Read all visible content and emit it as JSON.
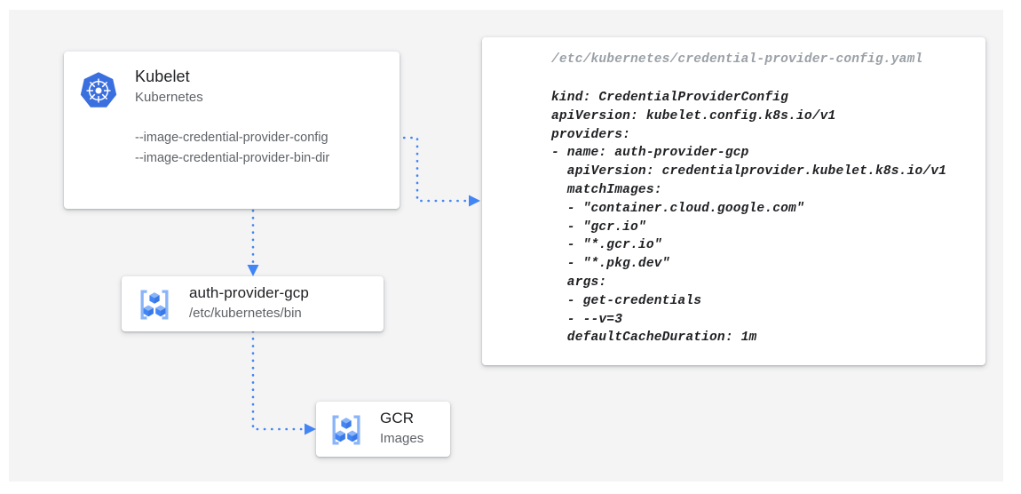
{
  "theme": {
    "page_background": "#ffffff",
    "canvas_background": "#f4f4f5",
    "card_background": "#ffffff",
    "accent_blue": "#4285f4",
    "icon_blue_light": "#8ab4f8",
    "text_primary": "#202124",
    "text_secondary": "#5f6368",
    "text_muted": "#9aa0a6"
  },
  "nodes": {
    "kubelet": {
      "icon": "kubernetes-icon",
      "title": "Kubelet",
      "subtitle": "Kubernetes",
      "flags": [
        "--image-credential-provider-config",
        "--image-credential-provider-bin-dir"
      ]
    },
    "auth_provider": {
      "icon": "gcp-container-registry-icon",
      "title": "auth-provider-gcp",
      "subtitle": "/etc/kubernetes/bin"
    },
    "gcr": {
      "icon": "gcp-container-registry-icon",
      "title": "GCR",
      "subtitle": "Images"
    }
  },
  "config_file": {
    "path": "/etc/kubernetes/credential-provider-config.yaml",
    "lines": [
      "kind: CredentialProviderConfig",
      "apiVersion: kubelet.config.k8s.io/v1",
      "providers:",
      "- name: auth-provider-gcp",
      "  apiVersion: credentialprovider.kubelet.k8s.io/v1",
      "  matchImages:",
      "  - \"container.cloud.google.com\"",
      "  - \"gcr.io\"",
      "  - \"*.gcr.io\"",
      "  - \"*.pkg.dev\"",
      "  args:",
      "  - get-credentials",
      "  - --v=3",
      "  defaultCacheDuration: 1m"
    ]
  },
  "connectors": [
    {
      "name": "kubelet-config-to-yaml",
      "from": "kubelet.flags.0",
      "to": "config-file",
      "style": "dotted",
      "arrow": "end"
    },
    {
      "name": "kubelet-to-auth-provider",
      "from": "kubelet",
      "to": "auth-provider",
      "style": "dotted",
      "arrow": "end"
    },
    {
      "name": "auth-provider-to-gcr",
      "from": "auth-provider",
      "to": "gcr",
      "style": "dotted",
      "arrow": "end"
    }
  ]
}
